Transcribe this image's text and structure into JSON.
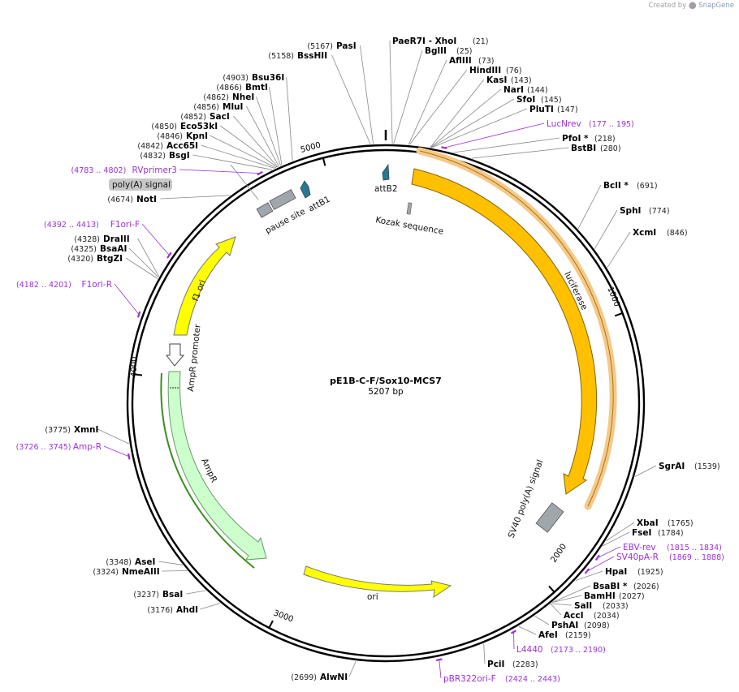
{
  "header": {
    "credit_prefix": "Created by",
    "credit_brand": "SnapGene"
  },
  "plasmid": {
    "name": "pE1B-C-F/Sox10-MCS7",
    "length_label": "5207 bp",
    "length_bp": 5207
  },
  "ticks": [
    {
      "bp": 1000,
      "label": "1000"
    },
    {
      "bp": 2000,
      "label": "2000"
    },
    {
      "bp": 3000,
      "label": "3000"
    },
    {
      "bp": 4000,
      "label": "4000"
    },
    {
      "bp": 5000,
      "label": "5000"
    }
  ],
  "sites": [
    {
      "name": "PaeR7I - XhoI",
      "pos": "(21)",
      "bp": 21
    },
    {
      "name": "BglII",
      "pos": "(25)",
      "bp": 25
    },
    {
      "name": "AflIII",
      "pos": "(73)",
      "bp": 73
    },
    {
      "name": "HindIII",
      "pos": "(76)",
      "bp": 76
    },
    {
      "name": "KasI",
      "pos": "(143)",
      "bp": 143
    },
    {
      "name": "NarI",
      "pos": "(144)",
      "bp": 144
    },
    {
      "name": "SfoI",
      "pos": "(145)",
      "bp": 145
    },
    {
      "name": "PluTI",
      "pos": "(147)",
      "bp": 147
    },
    {
      "name": "PfoI *",
      "pos": "(218)",
      "bp": 218
    },
    {
      "name": "BstBI",
      "pos": "(280)",
      "bp": 280
    },
    {
      "name": "BclI *",
      "pos": "(691)",
      "bp": 691
    },
    {
      "name": "SphI",
      "pos": "(774)",
      "bp": 774
    },
    {
      "name": "XcmI",
      "pos": "(846)",
      "bp": 846
    },
    {
      "name": "SgrAI",
      "pos": "(1539)",
      "bp": 1539
    },
    {
      "name": "XbaI",
      "pos": "(1765)",
      "bp": 1765
    },
    {
      "name": "FseI",
      "pos": "(1784)",
      "bp": 1784
    },
    {
      "name": "HpaI",
      "pos": "(1925)",
      "bp": 1925
    },
    {
      "name": "BsaBI *",
      "pos": "(2026)",
      "bp": 2026
    },
    {
      "name": "BamHI",
      "pos": "(2027)",
      "bp": 2027
    },
    {
      "name": "SalI",
      "pos": "(2033)",
      "bp": 2033
    },
    {
      "name": "AccI",
      "pos": "(2034)",
      "bp": 2034
    },
    {
      "name": "PshAI",
      "pos": "(2098)",
      "bp": 2098
    },
    {
      "name": "AfeI",
      "pos": "(2159)",
      "bp": 2159
    },
    {
      "name": "PciI",
      "pos": "(2283)",
      "bp": 2283
    },
    {
      "name": "AlwNI",
      "pos": "(2699)",
      "bp": 2699
    },
    {
      "name": "AhdI",
      "pos": "(3176)",
      "bp": 3176
    },
    {
      "name": "BsaI",
      "pos": "(3237)",
      "bp": 3237
    },
    {
      "name": "NmeAIII",
      "pos": "(3324)",
      "bp": 3324
    },
    {
      "name": "AseI",
      "pos": "(3348)",
      "bp": 3348
    },
    {
      "name": "XmnI",
      "pos": "(3775)",
      "bp": 3775
    },
    {
      "name": "BtgZI",
      "pos": "(4320)",
      "bp": 4320
    },
    {
      "name": "BsaAI",
      "pos": "(4325)",
      "bp": 4325
    },
    {
      "name": "DraIII",
      "pos": "(4328)",
      "bp": 4328
    },
    {
      "name": "NotI",
      "pos": "(4674)",
      "bp": 4674
    },
    {
      "name": "BsgI",
      "pos": "(4832)",
      "bp": 4832
    },
    {
      "name": "Acc65I",
      "pos": "(4842)",
      "bp": 4842
    },
    {
      "name": "KpnI",
      "pos": "(4846)",
      "bp": 4846
    },
    {
      "name": "Eco53kI",
      "pos": "(4850)",
      "bp": 4850
    },
    {
      "name": "SacI",
      "pos": "(4852)",
      "bp": 4852
    },
    {
      "name": "MluI",
      "pos": "(4856)",
      "bp": 4856
    },
    {
      "name": "NheI",
      "pos": "(4862)",
      "bp": 4862
    },
    {
      "name": "BmtI",
      "pos": "(4866)",
      "bp": 4866
    },
    {
      "name": "Bsu36I",
      "pos": "(4903)",
      "bp": 4903
    },
    {
      "name": "BssHII",
      "pos": "(5158)",
      "bp": 5158
    },
    {
      "name": "PasI",
      "pos": "(5167)",
      "bp": 5167
    }
  ],
  "primers": [
    {
      "name": "LucNrev",
      "range": "(177 .. 195)",
      "start": 177,
      "end": 195
    },
    {
      "name": "EBV-rev",
      "range": "(1815 .. 1834)",
      "start": 1815,
      "end": 1834
    },
    {
      "name": "SV40pA-R",
      "range": "(1869 .. 1888)",
      "start": 1869,
      "end": 1888
    },
    {
      "name": "L4440",
      "range": "(2173 .. 2190)",
      "start": 2173,
      "end": 2190
    },
    {
      "name": "pBR322ori-F",
      "range": "(2424 .. 2443)",
      "start": 2424,
      "end": 2443
    },
    {
      "name": "Amp-R",
      "range": "(3726 .. 3745)",
      "start": 3726,
      "end": 3745
    },
    {
      "name": "F1ori-R",
      "range": "(4182 .. 4201)",
      "start": 4182,
      "end": 4201
    },
    {
      "name": "F1ori-F",
      "range": "(4392 .. 4413)",
      "start": 4392,
      "end": 4413
    },
    {
      "name": "RVprimer3",
      "range": "(4783 .. 4802)",
      "start": 4783,
      "end": 4802
    }
  ],
  "features": [
    {
      "name": "luciferase",
      "color": "#ffc000"
    },
    {
      "name": "SV40 poly(A) signal",
      "color": "#a0a6ab"
    },
    {
      "name": "ori",
      "color": "#ffff00"
    },
    {
      "name": "AmpR",
      "color": "#ccffcc"
    },
    {
      "name": "AmpR promoter",
      "color": "#ffffff"
    },
    {
      "name": "f1 ori",
      "color": "#ffff00"
    },
    {
      "name": "pause site",
      "color": "#a0a6ab"
    },
    {
      "name": "attB1",
      "color": "#2f7590"
    },
    {
      "name": "attB2",
      "color": "#2f7590"
    },
    {
      "name": "Kozak sequence",
      "color": "#a0a6ab"
    },
    {
      "name": "poly(A) signal",
      "color": "#a0a6ab"
    }
  ],
  "colors": {
    "primer": "#9b30d9",
    "backbone": "#000000",
    "luciferase_highlight": "#f5c98a"
  }
}
